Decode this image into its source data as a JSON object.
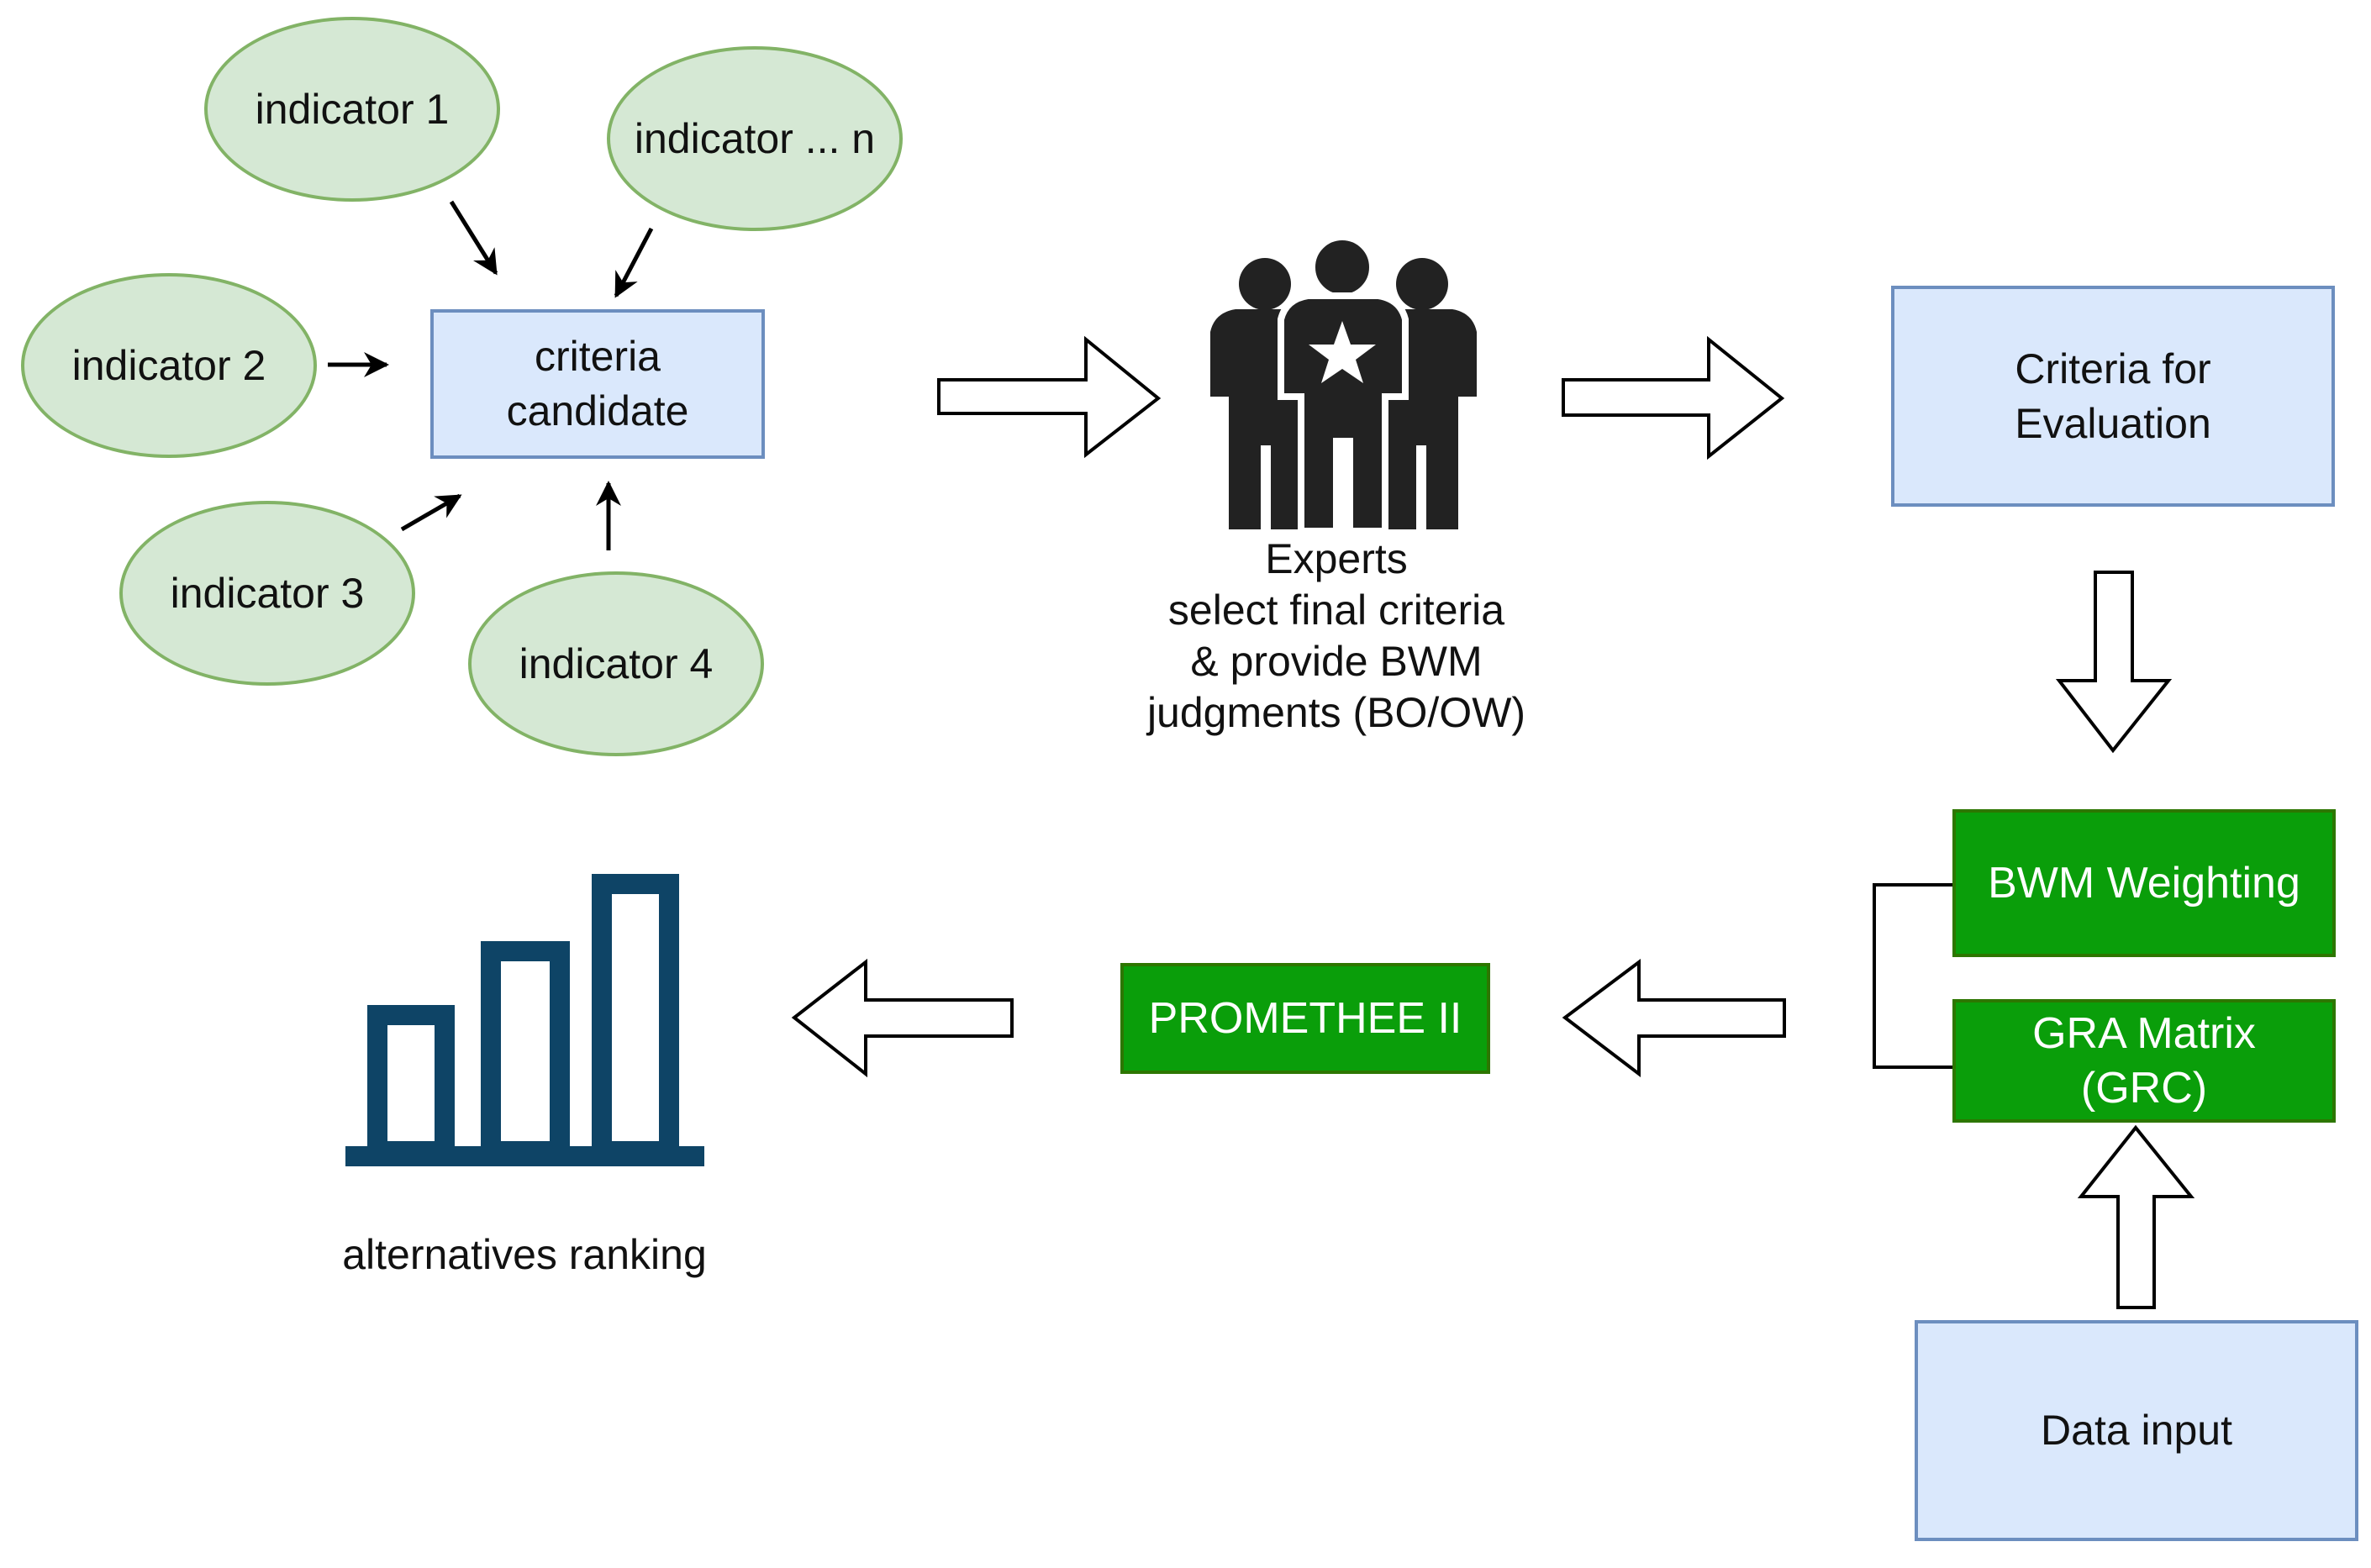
{
  "indicators": {
    "i1": "indicator 1",
    "in": "indicator ... n",
    "i2": "indicator 2",
    "i3": "indicator 3",
    "i4": "indicator 4"
  },
  "criteria_candidate": "criteria\ncandidate",
  "experts": {
    "caption": "Experts\nselect final criteria\n& provide BWM\njudgments (BO/OW)",
    "icon": "experts-group-icon"
  },
  "criteria_for_evaluation": "Criteria for\nEvaluation",
  "bwm_weighting": "BWM Weighting",
  "gra_matrix": "GRA Matrix\n(GRC)",
  "data_input": "Data input",
  "promethee": "PROMETHEE II",
  "ranking": {
    "caption": "alternatives ranking",
    "icon": "bar-chart-icon"
  },
  "colors": {
    "ellipse_fill": "#d5e8d4",
    "ellipse_stroke": "#82b366",
    "blue_fill": "#dae8fc",
    "blue_stroke": "#6c8ebf",
    "green_fill": "#0a9e0a",
    "green_stroke": "#2d7600",
    "chart_icon": "#0e4466"
  }
}
